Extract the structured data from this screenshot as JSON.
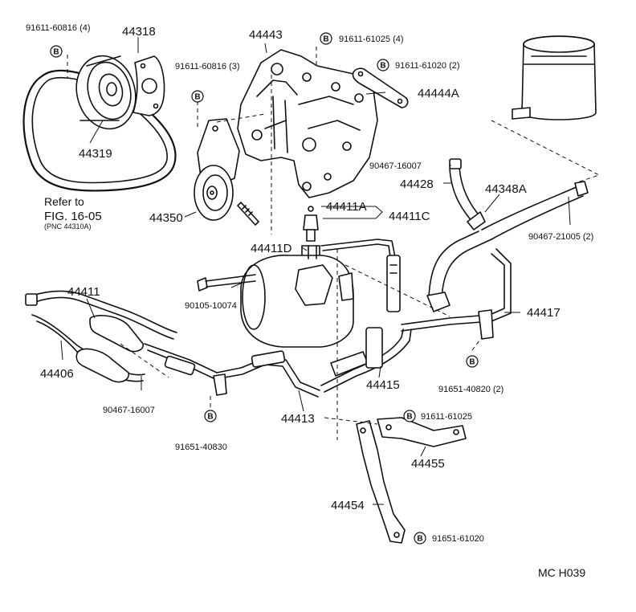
{
  "badge_letter": "B",
  "parts": {
    "p44318": "44318",
    "p44319": "44319",
    "p44443": "44443",
    "p44444A": "44444A",
    "p44350": "44350",
    "p44428": "44428",
    "p44348A": "44348A",
    "p44411A": "44411A",
    "p44411C": "44411C",
    "p44411D": "44411D",
    "p44411": "44411",
    "p44406": "44406",
    "p44417": "44417",
    "p44415": "44415",
    "p44413": "44413",
    "p44455": "44455",
    "p44454": "44454"
  },
  "fasteners": {
    "f91611_60816_4": "91611-60816 (4)",
    "f91611_60816_3": "91611-60816 (3)",
    "f91611_61025_4": "91611-61025 (4)",
    "f91611_61020_2": "91611-61020 (2)",
    "f90467_16007_top": "90467-16007",
    "f90467_21005_2": "90467-21005 (2)",
    "f90105_10074": "90105-10074",
    "f91651_40820_2": "91651-40820 (2)",
    "f90467_16007_bottom": "90467-16007",
    "f91651_40830": "91651-40830",
    "f91611_61025": "91611-61025",
    "f91651_61020": "91651-61020"
  },
  "reference": {
    "line1": "Refer to",
    "line2": "FIG. 16-05",
    "line3": "(PNC 44310A)"
  },
  "figure_code": "MC  H039"
}
